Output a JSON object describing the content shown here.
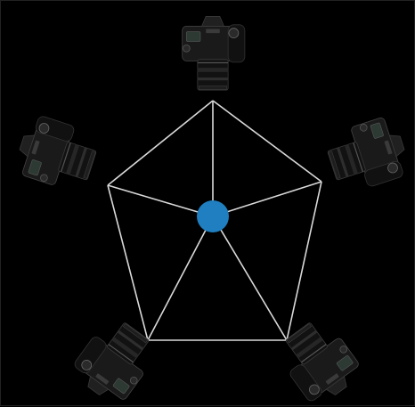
{
  "diagram": {
    "background_color": "#000000",
    "line_color": "#d9d9d9",
    "center_color": "#1f7fc0",
    "camera_body_color": "#1a1a1a",
    "camera_lens_color": "#121212",
    "camera_accent_color": "#3a3a3a",
    "lcd_color": "#2c3a33",
    "label_glyph_color": "#cfcfcf",
    "camera_count": 5,
    "camera_orientation": "lens-toward-center",
    "node_shape": "circle",
    "cameras": [
      {
        "id": "camera-top"
      },
      {
        "id": "camera-upper-right"
      },
      {
        "id": "camera-lower-right"
      },
      {
        "id": "camera-lower-left"
      },
      {
        "id": "camera-upper-left"
      }
    ]
  }
}
